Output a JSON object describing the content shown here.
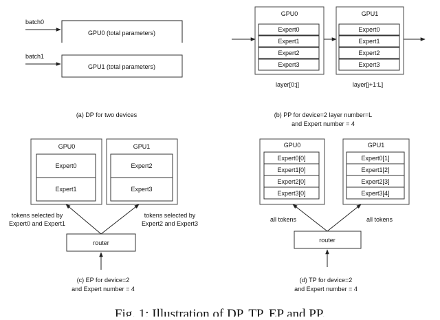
{
  "dp": {
    "batch0": "batch0",
    "batch1": "batch1",
    "gpu0": "GPU0 (total parameters)",
    "gpu1": "GPU1 (total parameters)",
    "caption": "(a) DP for two devices"
  },
  "pp": {
    "gpu0": "GPU0",
    "gpu1": "GPU1",
    "experts": [
      "Expert0",
      "Expert1",
      "Expert2",
      "Expert3"
    ],
    "layer0": "layer[0:j]",
    "layer1": "layer[j+1:L]",
    "caption1": "(b) PP for device=2 layer number=L",
    "caption2": "and Expert number = 4"
  },
  "ep": {
    "gpu0": "GPU0",
    "gpu1": "GPU1",
    "gpu0_experts": [
      "Expert0",
      "Expert1"
    ],
    "gpu1_experts": [
      "Expert2",
      "Expert3"
    ],
    "left_note1": "tokens selected by",
    "left_note2": "Expert0 and Expert1",
    "right_note1": "tokens selected by",
    "right_note2": "Expert2 and Expert3",
    "router": "router",
    "caption1": "(c) EP for device=2",
    "caption2": "and Expert number = 4"
  },
  "tp": {
    "gpu0": "GPU0",
    "gpu1": "GPU1",
    "gpu0_experts": [
      "Expert0[0]",
      "Expert1[0]",
      "Expert2[0]",
      "Expert3[0]"
    ],
    "gpu1_experts": [
      "Expert0[1]",
      "Expert1[2]",
      "Expert2[3]",
      "Expert3[4]"
    ],
    "left_note": "all tokens",
    "right_note": "all tokens",
    "router": "router",
    "caption1": "(d) TP for device=2",
    "caption2": "and Expert number = 4"
  },
  "figure_caption": "Fig. 1: Illustration of DP, TP, EP and PP."
}
